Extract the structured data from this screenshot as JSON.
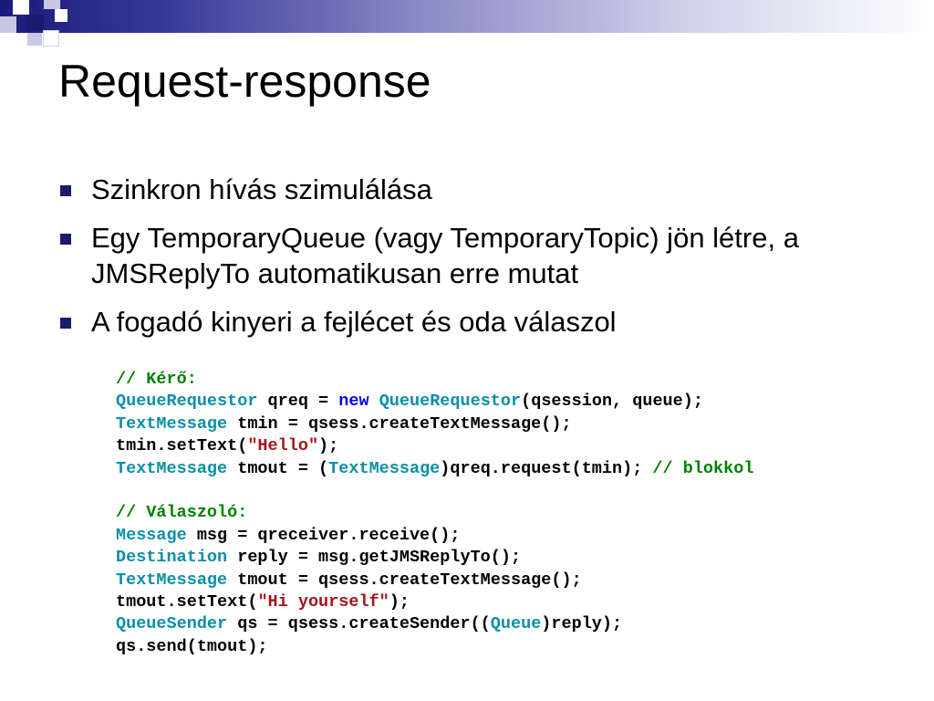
{
  "slide": {
    "title": "Request-response",
    "bullets": [
      "Szinkron hívás szimulálása",
      "Egy TemporaryQueue (vagy TemporaryTopic) jön létre, a JMSReplyTo automatikusan erre mutat",
      "A fogadó kinyeri a fejlécet és oda válaszol"
    ],
    "code_lines": [
      [
        {
          "t": "// Kérő:",
          "k": "comment"
        }
      ],
      [
        {
          "t": "QueueRequestor",
          "k": "type"
        },
        {
          "t": " qreq = ",
          "k": "plain"
        },
        {
          "t": "new",
          "k": "keyword"
        },
        {
          "t": " ",
          "k": "plain"
        },
        {
          "t": "QueueRequestor",
          "k": "type"
        },
        {
          "t": "(qsession, queue);",
          "k": "plain"
        }
      ],
      [
        {
          "t": "TextMessage",
          "k": "type"
        },
        {
          "t": " tmin = qsess.createTextMessage();",
          "k": "plain"
        }
      ],
      [
        {
          "t": "tmin.setText(",
          "k": "plain"
        },
        {
          "t": "\"Hello\"",
          "k": "string"
        },
        {
          "t": ");",
          "k": "plain"
        }
      ],
      [
        {
          "t": "TextMessage",
          "k": "type"
        },
        {
          "t": " tmout = (",
          "k": "plain"
        },
        {
          "t": "TextMessage",
          "k": "type"
        },
        {
          "t": ")qreq.request(tmin); ",
          "k": "plain"
        },
        {
          "t": "// blokkol",
          "k": "comment"
        }
      ],
      [],
      [
        {
          "t": "// Válaszoló:",
          "k": "comment"
        }
      ],
      [
        {
          "t": "Message",
          "k": "type"
        },
        {
          "t": " msg = qreceiver.receive();",
          "k": "plain"
        }
      ],
      [
        {
          "t": "Destination",
          "k": "type"
        },
        {
          "t": " reply = msg.getJMSReplyTo();",
          "k": "plain"
        }
      ],
      [
        {
          "t": "TextMessage",
          "k": "type"
        },
        {
          "t": " tmout = qsess.createTextMessage();",
          "k": "plain"
        }
      ],
      [
        {
          "t": "tmout.setText(",
          "k": "plain"
        },
        {
          "t": "\"Hi yourself\"",
          "k": "string"
        },
        {
          "t": ");",
          "k": "plain"
        }
      ],
      [
        {
          "t": "QueueSender",
          "k": "type"
        },
        {
          "t": " qs = qsess.createSender((",
          "k": "plain"
        },
        {
          "t": "Queue",
          "k": "type"
        },
        {
          "t": ")reply);",
          "k": "plain"
        }
      ],
      [
        {
          "t": "qs.send(tmout);",
          "k": "plain"
        }
      ]
    ]
  },
  "colors": {
    "comment": "#008000",
    "type": "#0b8fa5",
    "keyword": "#0000ff",
    "string": "#a3151b",
    "bullet": "#1a1a6e"
  }
}
